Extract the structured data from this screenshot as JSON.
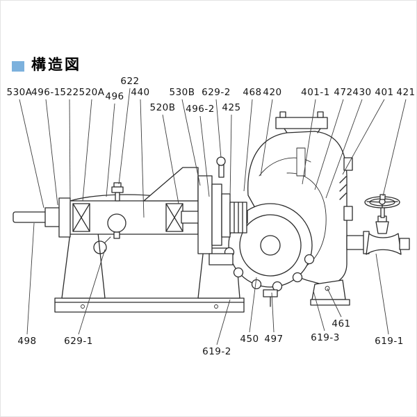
{
  "header": {
    "section_marker_color": "#7cb1dd",
    "title": "構造図"
  },
  "diagram": {
    "part_labels": [
      "530A",
      "496-1",
      "522",
      "520A",
      "496",
      "622",
      "440",
      "520B",
      "530B",
      "496-2",
      "629-2",
      "425",
      "468",
      "420",
      "401-1",
      "472",
      "430",
      "401",
      "421",
      "498",
      "629-1",
      "619-2",
      "450",
      "497",
      "619-3",
      "461",
      "619-1"
    ]
  }
}
